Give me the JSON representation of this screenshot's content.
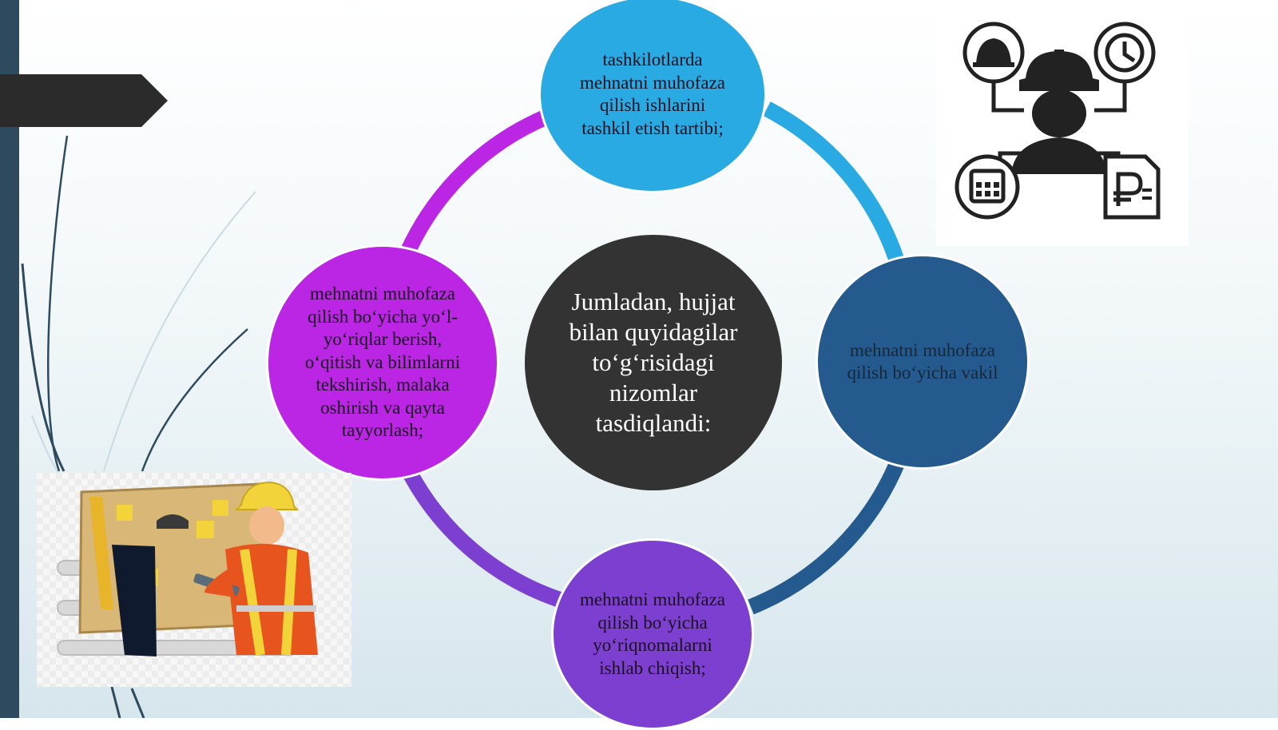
{
  "diagram": {
    "center": {
      "text": "Jumladan, hujjat bilan quyidagilar to‘g‘risidagi nizomlar tasdiqlandi:"
    },
    "nodes": {
      "top": "tashkilotlarda mehnatni muhofaza qilish ishlarini tashkil etish tartibi;",
      "right": "mehnatni muhofaza qilish bo‘yicha vakil",
      "bottom": "mehnatni muhofaza qilish bo‘yicha yo‘riqnomalarni ishlab chiqish;",
      "left": "mehnatni muhofaza qilish bo‘yicha yo‘l-yo‘riqlar berish, o‘qitish va bilimlarni tekshirish, malaka oshirish va qayta tayyorlash;"
    },
    "colors": {
      "top": "#2aaae2",
      "right": "#255a8e",
      "bottom": "#7c3fd0",
      "left": "#ba26e3",
      "center": "#333333"
    }
  },
  "illustrations": {
    "top_right": [
      "hardhat-icon",
      "clock-icon",
      "calendar-icon",
      "ruble-document-icon",
      "worker-silhouette-icon"
    ],
    "bottom_left": "safety-worker-illustration"
  }
}
